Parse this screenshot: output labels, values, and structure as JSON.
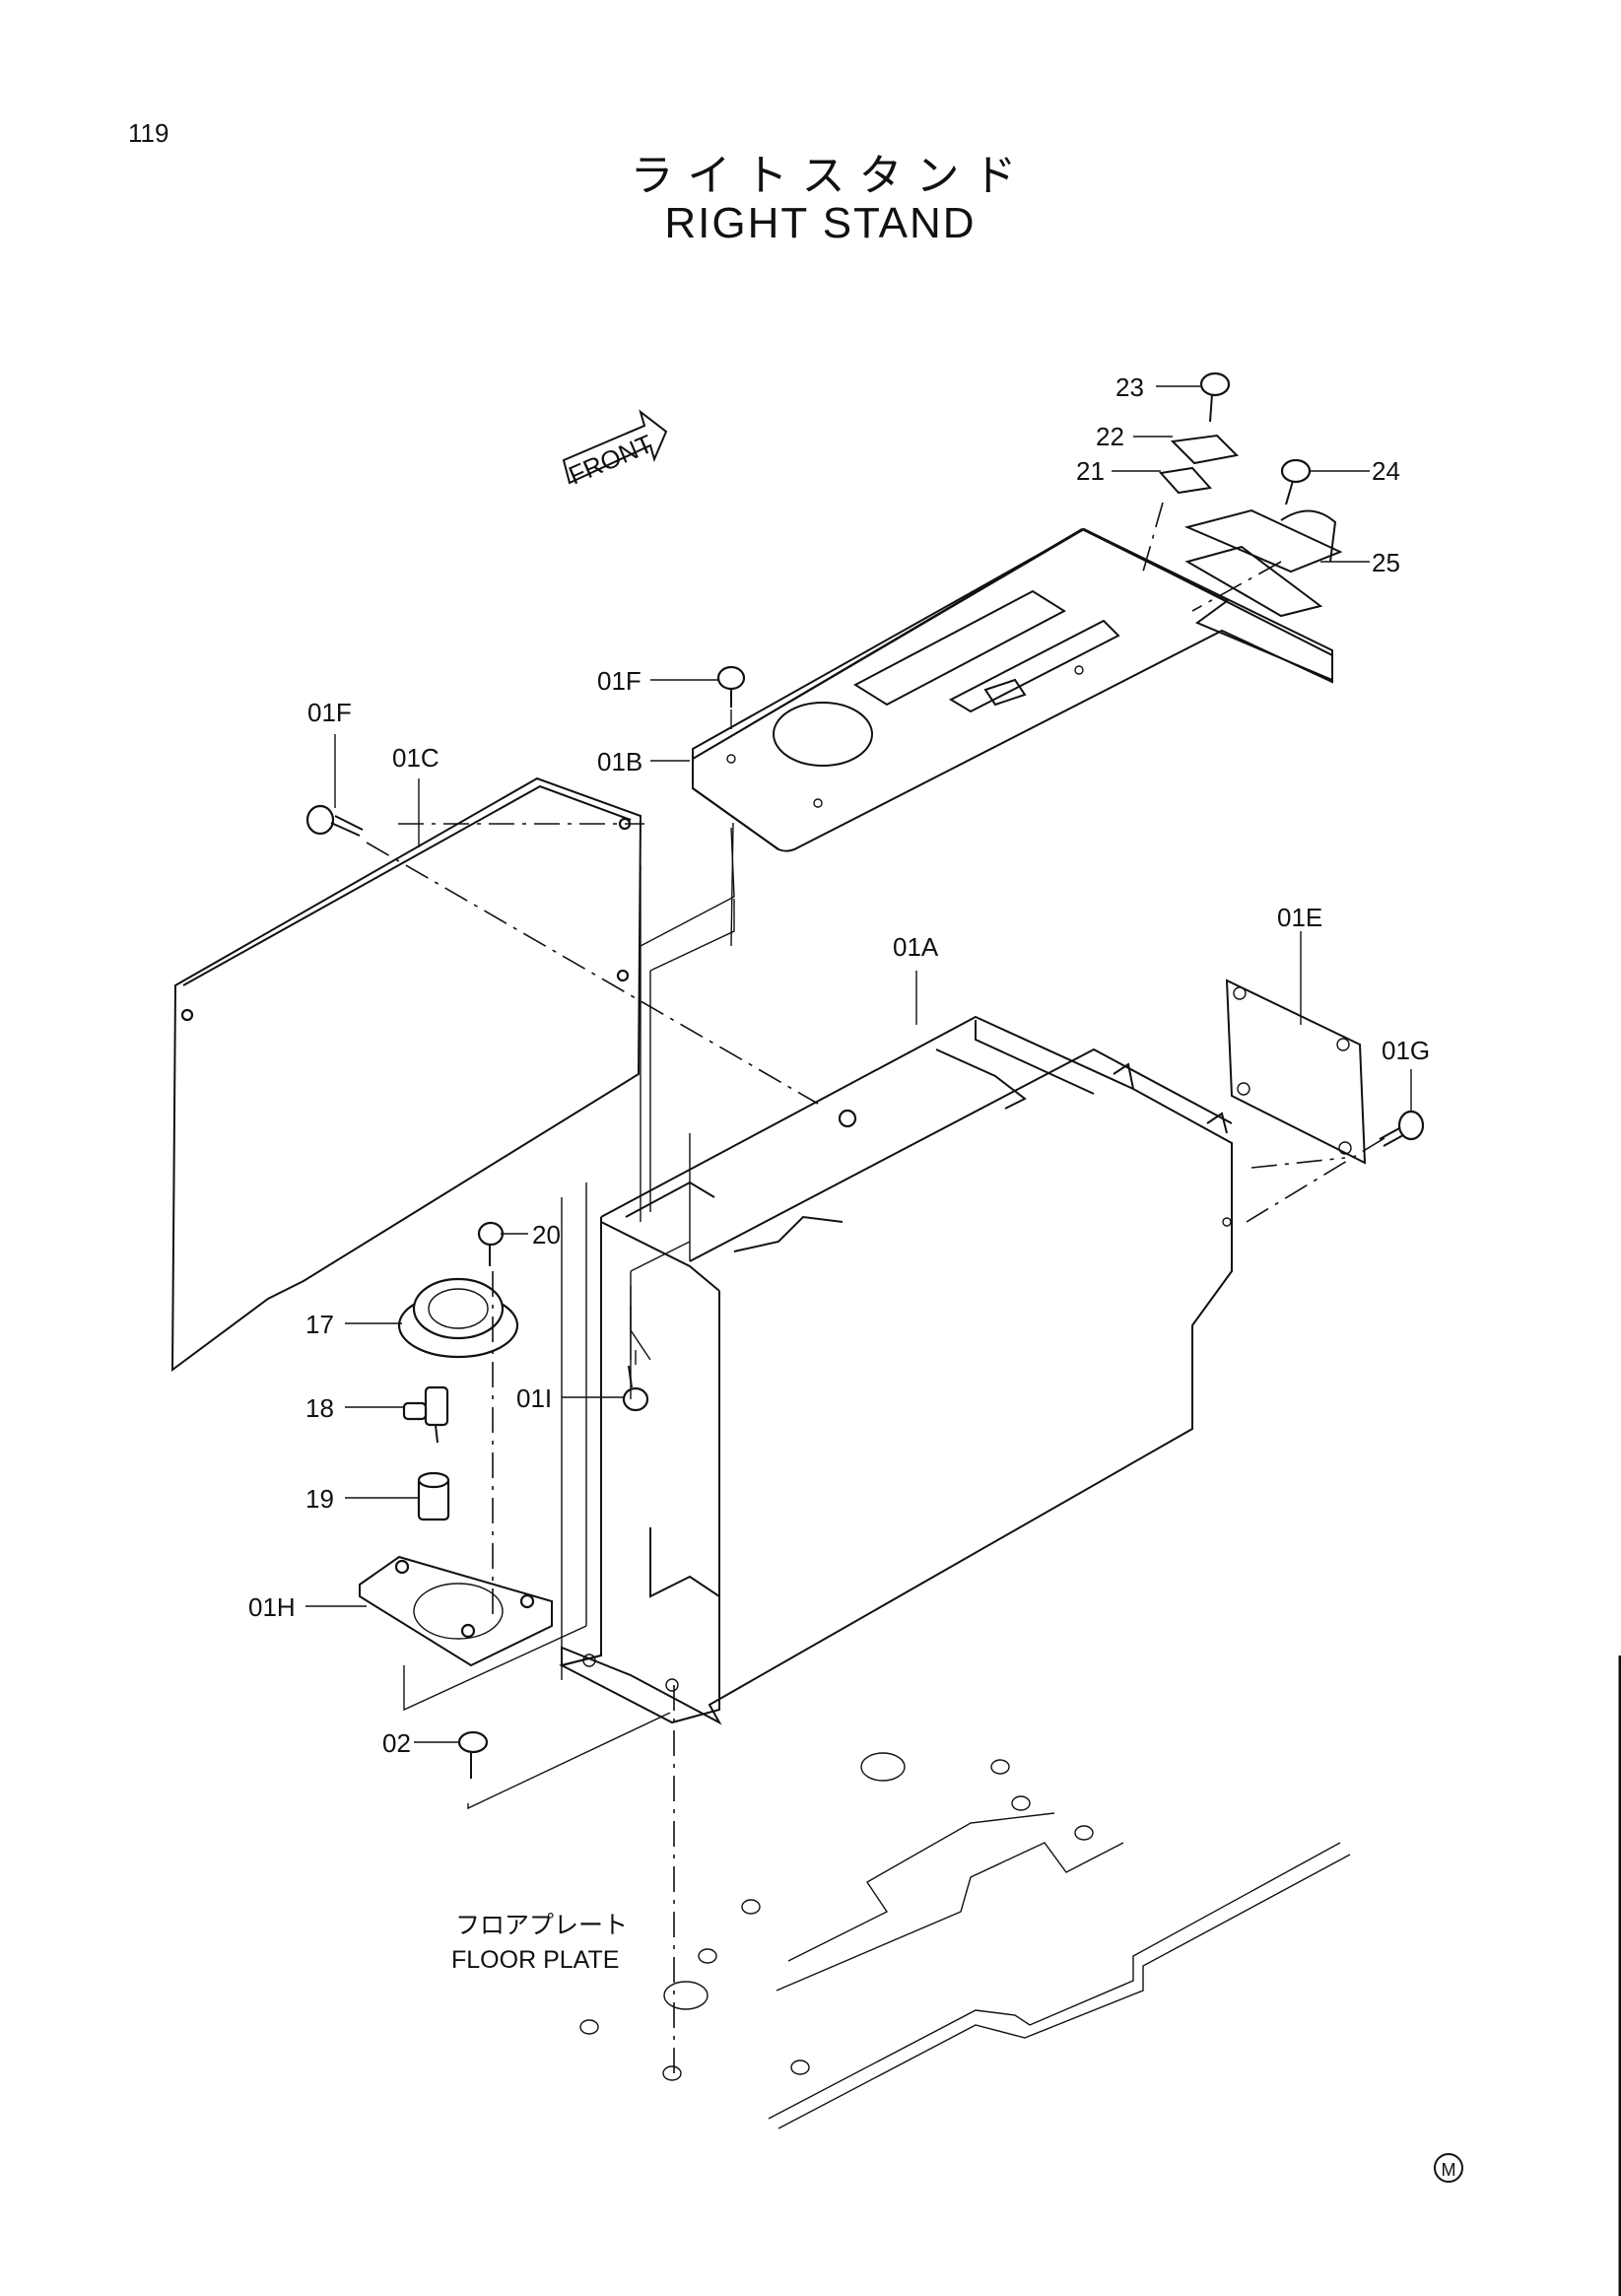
{
  "page": {
    "number": "119"
  },
  "title": {
    "jp": "ライトスタンド",
    "en": "RIGHT STAND"
  },
  "front_marker": "FRONT",
  "floor_plate": {
    "jp": "フロアプレート",
    "en": "FLOOR PLATE"
  },
  "corner_mark": "M",
  "callouts": {
    "c23": "23",
    "c22": "22",
    "c21": "21",
    "c24": "24",
    "c25": "25",
    "c01F_top": "01F",
    "c01B": "01B",
    "c01F_left": "01F",
    "c01C": "01C",
    "c01A": "01A",
    "c01E": "01E",
    "c01G": "01G",
    "c20": "20",
    "c17": "17",
    "c18": "18",
    "c19": "19",
    "c01I": "01I",
    "c01H": "01H",
    "c02": "02"
  }
}
